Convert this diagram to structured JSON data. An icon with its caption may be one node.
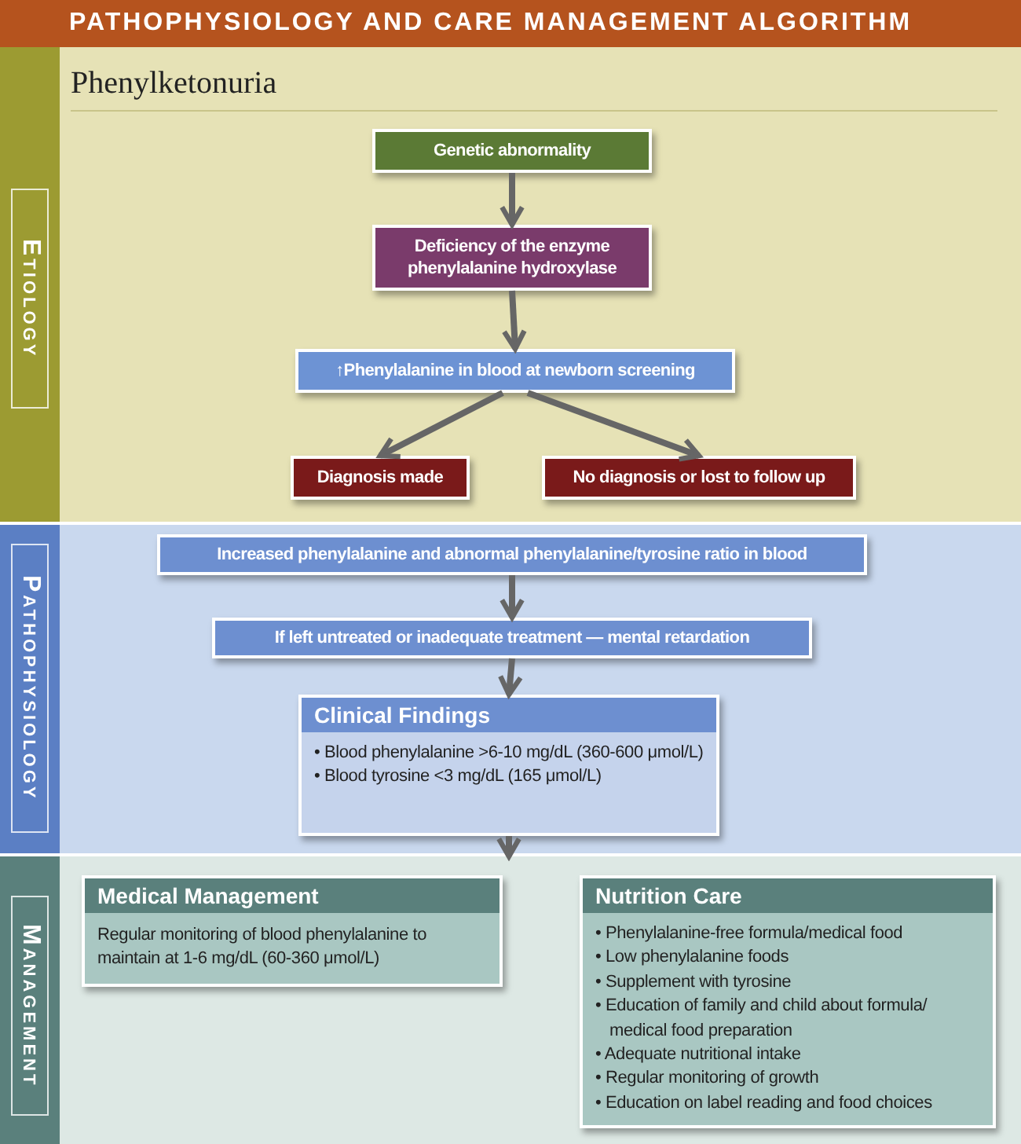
{
  "diagram": {
    "title": "PATHOPHYSIOLOGY AND CARE MANAGEMENT ALGORITHM",
    "nodes": [
      {
        "text": [
          "Etiology"
        ]
      },
      {
        "text": [
          "Genetic abnormality"
        ],
        "in": 0
      },
      {
        "text": [
          "Deficiency of the enzyme phenylalanine hydroxylase"
        ],
        "in": 0
      },
      {
        "text": [
          "↑Phenylalanine in blood at newborn screening"
        ],
        "in": 0
      },
      {
        "text": [
          "Diagnosis made"
        ],
        "in": 0
      },
      {
        "text": [
          "No diagnosis or lost to follow up"
        ],
        "in": 0
      },
      {
        "text": [
          "Pathophysiology"
        ]
      },
      {
        "text": [
          "Increased phenylalanine and abnormal phenylalanine/tyrosine ratio in blood"
        ],
        "in": 6
      },
      {
        "text": [
          "If left untreated or inadequate treatment — mental retardation"
        ],
        "in": 6
      },
      {
        "text": [
          "Clinical Findings",
          "• Blood phenylalanine >6-10 mg/dL (360-600 μmol/L)",
          "• Blood tyrosine <3 mg/dL (165 μmol/L)"
        ],
        "in": 6
      },
      {
        "text": [
          "Management"
        ]
      },
      {
        "text": [
          "Medical Management",
          "Regular monitoring of blood phenylalanine to maintain at 1-6 mg/dL (60-360 μmol/L)"
        ],
        "in": 10
      },
      {
        "text": [
          "Nutrition Care",
          "• Phenylalanine-free formula/medical food",
          "• Low phenylalanine foods",
          "• Supplement with tyrosine",
          "• Education of family and child about formula/ medical food preparation",
          "• Adequate nutritional intake",
          "• Regular monitoring of growth",
          "• Education on label reading and food choices"
        ],
        "in": 10
      }
    ],
    "edges": [
      {
        "from": 1,
        "to": 2,
        "arrow": "to"
      },
      {
        "from": 2,
        "to": 3,
        "arrow": "to"
      },
      {
        "from": 3,
        "to": 4,
        "arrow": "to"
      },
      {
        "from": 3,
        "to": 5,
        "arrow": "to"
      },
      {
        "from": 7,
        "to": 8,
        "arrow": "to"
      },
      {
        "from": 8,
        "to": 9,
        "arrow": "to"
      },
      {
        "from": 9,
        "to": 10,
        "arrow": "to"
      }
    ],
    "labels": [
      "Phenylketonuria"
    ]
  }
}
